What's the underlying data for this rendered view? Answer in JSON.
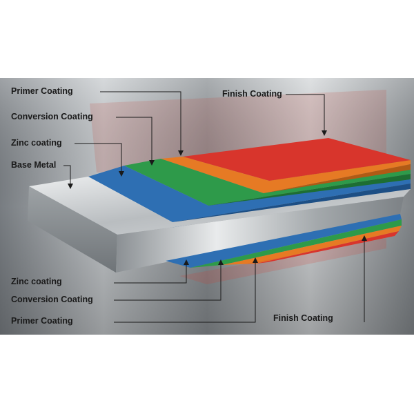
{
  "labels": {
    "top": {
      "primer": "Primer Coating",
      "conversion": "Conversion Coating",
      "zinc": "Zinc coating",
      "base": "Base Metal",
      "finish": "Finish Coating"
    },
    "bottom": {
      "zinc": "Zinc coating",
      "conversion": "Conversion Coating",
      "primer": "Primer Coating",
      "finish": "Finish Coating"
    }
  },
  "layer_order": [
    "Base Metal",
    "Zinc coating",
    "Conversion Coating",
    "Primer Coating",
    "Finish Coating"
  ],
  "colors": {
    "base_metal": "#b4b8bb",
    "zinc": "#2e6fb3",
    "conversion": "#2e9a4a",
    "primer": "#e67a24",
    "finish": "#d8352c",
    "background_metal": "#9aa0a4",
    "text": "#1a1a1a",
    "leader": "#1a1a1a"
  }
}
